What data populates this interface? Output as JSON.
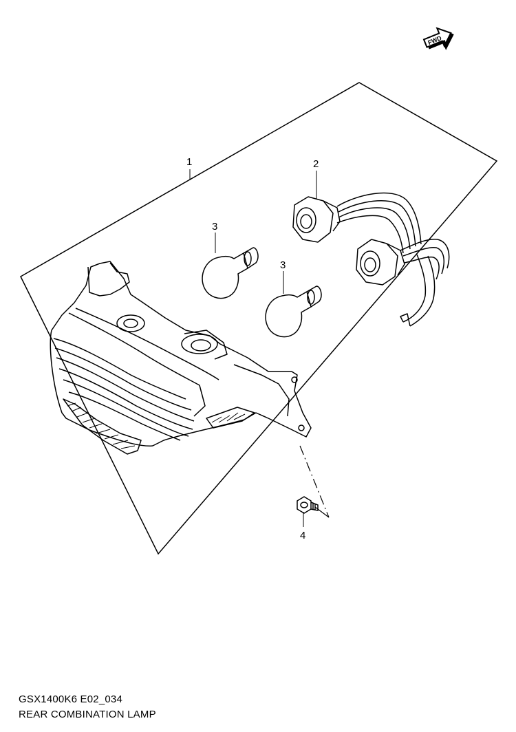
{
  "diagram": {
    "fwd_badge": "FWD",
    "callouts": [
      {
        "id": "1",
        "label": "1"
      },
      {
        "id": "2",
        "label": "2"
      },
      {
        "id": "3a",
        "label": "3"
      },
      {
        "id": "3b",
        "label": "3"
      },
      {
        "id": "4",
        "label": "4"
      }
    ]
  },
  "caption": {
    "code": "GSX1400K6 E02_034",
    "title": "REAR COMBINATION LAMP"
  }
}
